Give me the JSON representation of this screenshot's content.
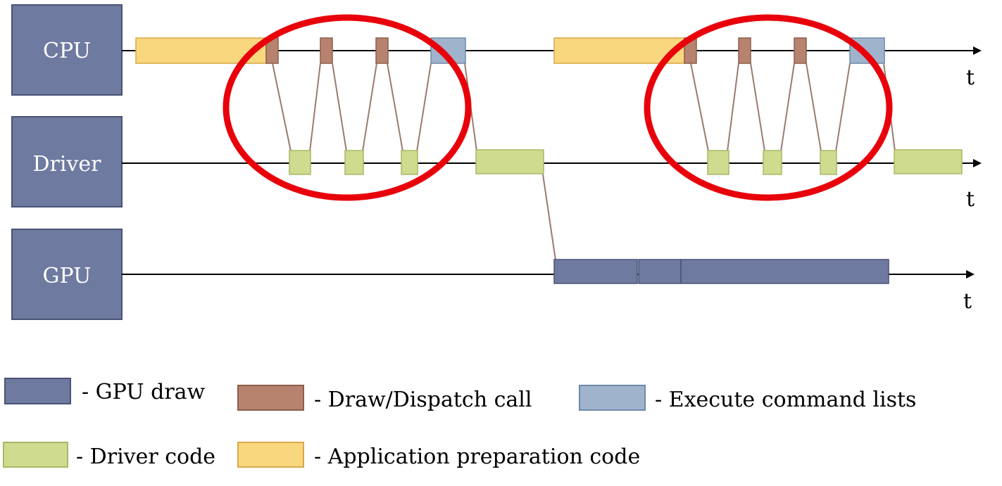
{
  "lanes": [
    {
      "label": "CPU"
    },
    {
      "label": "Driver"
    },
    {
      "label": "GPU"
    }
  ],
  "time_axis_label": "t",
  "legend": {
    "gpu_draw": "- GPU draw",
    "draw_dispatch": "-  Draw/Dispatch call",
    "execute_lists": "-  Execute command lists",
    "driver_code": "- Driver code",
    "app_prep": "-  Application preparation code"
  },
  "colors": {
    "lane_box": "#6e7aa0",
    "gpu_draw": "#6e7aa0",
    "draw_dispatch": "#b7836f",
    "execute_lists": "#9fb4cc",
    "driver_code": "#cfdc8f",
    "app_prep": "#f9d77e",
    "highlight_ellipse": "#e8000b",
    "connector": "#9a7a70"
  }
}
